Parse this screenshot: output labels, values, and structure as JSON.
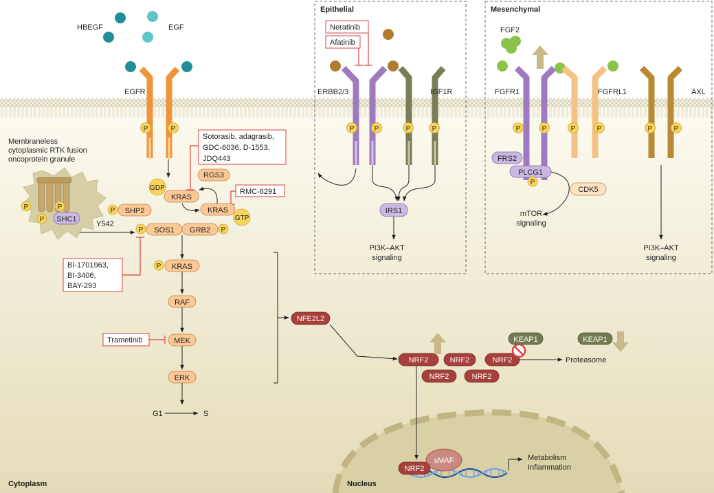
{
  "ligands": {
    "hbegf": "HBEGF",
    "egf": "EGF",
    "fgf2": "FGF2"
  },
  "receptors": {
    "egfr": "EGFR",
    "erbb": "ERBB2/3",
    "igf1r": "IGF1R",
    "fgfr1": "FGFR1",
    "fgfrl1": "FGFRL1",
    "axl": "AXL"
  },
  "phospho": "P",
  "panels": {
    "epithelial": "Epithelial",
    "mesenchymal": "Mesenchymal"
  },
  "drugs": {
    "neratinib": "Neratinib",
    "afatinib": "Afatinib",
    "kras_g12c": [
      "Sotorasib, adagrasib,",
      "GDC-6036, D-1553,",
      "JDQ443"
    ],
    "rmc": "RMC-6291",
    "shp2_inh": [
      "BI-1701963,",
      "BI-3406,",
      "BAY-293"
    ],
    "trametinib": "Trametinib"
  },
  "granule": {
    "title": [
      "Membraneless",
      "cytoplasmic RTK fusion",
      "oncoprotein granule"
    ],
    "shc1": "SHC1",
    "y542": "Y542"
  },
  "nodes": {
    "gdp": "GDP",
    "gtp": "GTP",
    "rgs3": "RGS3",
    "kras": "KRAS",
    "shp2": "SHP2",
    "sos1": "SOS1",
    "grb2": "GRB2",
    "raf": "RAF",
    "mek": "MEK",
    "erk": "ERK",
    "irs1": "IRS1",
    "frs2": "FRS2",
    "plcg1": "PLCG1",
    "cdk5": "CDK5",
    "nfe2l2": "NFE2L2",
    "nrf2": "NRF2",
    "keap1": "KEAP1",
    "smaf": "sMAF"
  },
  "outputs": {
    "pi3k_left": [
      "PI3K–AKT",
      "signaling"
    ],
    "pi3k_right": [
      "PI3K–AKT",
      "signaling"
    ],
    "mtor": [
      "mTOR",
      "signaling"
    ],
    "proteasome": "Proteasome",
    "metab": [
      "Metabolism",
      "Inflammation"
    ],
    "g1": "G1",
    "s": "S"
  },
  "compartments": {
    "cytoplasm": "Cytoplasm",
    "nucleus": "Nucleus"
  },
  "colors": {
    "cytoplasm_top": "#fdfbf3",
    "cytoplasm_bottom": "#e6dfbd",
    "egfr": "#f0943a",
    "erbb": "#a07ac0",
    "igf1r": "#7a7d55",
    "fgfrl1": "#f5c286",
    "axl": "#b98a32",
    "kras_node": "#fbc896",
    "nrf2": "#a5403a",
    "keap1": "#727a52",
    "phospho": "#f8d45a",
    "inhibitor": "#d9423f",
    "teal_ligand": "#1f8e9a",
    "green_ligand": "#8bc34a"
  }
}
